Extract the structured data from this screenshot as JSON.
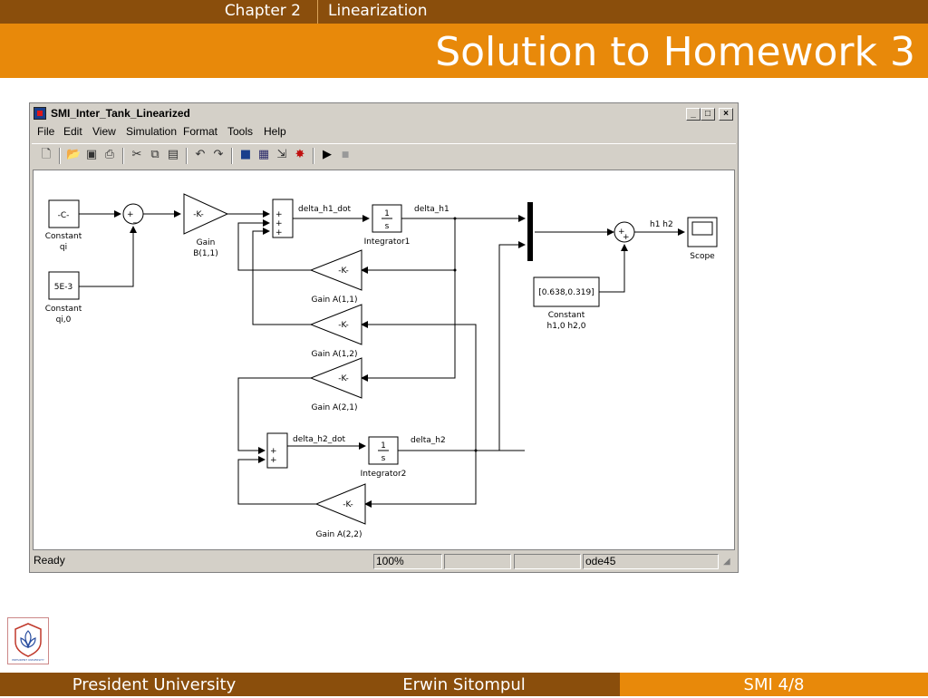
{
  "slide": {
    "chapter": "Chapter 2",
    "section": "Linearization",
    "title": "Solution to Homework 3",
    "footer": {
      "left": "President University",
      "center": "Erwin Sitompul",
      "right": "SMI 4/8"
    },
    "logo_text": "PRESIDENT UNIVERSITY"
  },
  "window": {
    "title": "SMI_Inter_Tank_Linearized",
    "controls": {
      "minimize": "_",
      "maximize": "□",
      "close": "×"
    },
    "menu": [
      "File",
      "Edit",
      "View",
      "Simulation",
      "Format",
      "Tools",
      "Help"
    ],
    "toolbar_icons": [
      "new-icon",
      "open-icon",
      "save-icon",
      "print-icon",
      "cut-icon",
      "copy-icon",
      "paste-icon",
      "undo-icon",
      "redo-icon",
      "library-icon",
      "model-explorer-icon",
      "build-icon",
      "debug-icon",
      "start-icon",
      "stop-icon"
    ],
    "status": {
      "state": "Ready",
      "zoom": "100%",
      "solver": "ode45"
    }
  },
  "model": {
    "const_qi": {
      "label": "-C-",
      "name1": "Constant",
      "name2": "qi"
    },
    "const_qi0": {
      "label": "5E-3",
      "name1": "Constant",
      "name2": "qi,0"
    },
    "sum1": {
      "signs": [
        "+",
        "_"
      ]
    },
    "gain_b": {
      "label": "-K-",
      "name1": "Gain",
      "name2": "B(1,1)"
    },
    "sum2": {
      "signs": [
        "+",
        "+",
        "+"
      ]
    },
    "integrator1": {
      "num": "1",
      "den": "s",
      "name": "Integrator1"
    },
    "gain_a11": {
      "label": "-K-",
      "name": "Gain A(1,1)"
    },
    "gain_a12": {
      "label": "-K-",
      "name": "Gain A(1,2)"
    },
    "gain_a21": {
      "label": "-K-",
      "name": "Gain A(2,1)"
    },
    "sum3": {
      "signs": [
        "+",
        "+"
      ]
    },
    "integrator2": {
      "num": "1",
      "den": "s",
      "name": "Integrator2"
    },
    "gain_a22": {
      "label": "-K-",
      "name": "Gain A(2,2)"
    },
    "sum4": {
      "signs": [
        "+",
        "+"
      ]
    },
    "const_h0": {
      "label": "[0.638,0.319]",
      "name1": "Constant",
      "name2": "h1,0 h2,0"
    },
    "scope": {
      "name": "Scope"
    },
    "signals": {
      "dh1dot": "delta_h1_dot",
      "dh1": "delta_h1",
      "dh2dot": "delta_h2_dot",
      "dh2": "delta_h2",
      "h": "h1 h2"
    }
  },
  "colors": {
    "dark_brown": "#8a4e0c",
    "orange": "#e8890a"
  }
}
